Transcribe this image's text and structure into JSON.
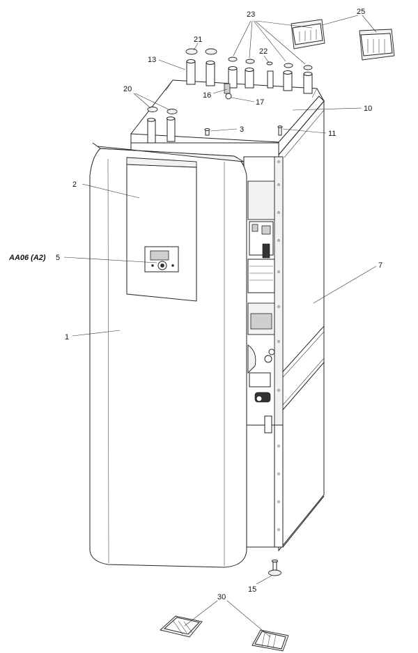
{
  "callouts": [
    {
      "key": "c23",
      "text": "23"
    },
    {
      "key": "c25",
      "text": "25"
    },
    {
      "key": "c21",
      "text": "21"
    },
    {
      "key": "c22",
      "text": "22"
    },
    {
      "key": "c13",
      "text": "13"
    },
    {
      "key": "c16",
      "text": "16"
    },
    {
      "key": "c17",
      "text": "17"
    },
    {
      "key": "c20",
      "text": "20"
    },
    {
      "key": "c10",
      "text": "10"
    },
    {
      "key": "c3",
      "text": "3"
    },
    {
      "key": "c11",
      "text": "11"
    },
    {
      "key": "c2",
      "text": "2"
    },
    {
      "key": "c5",
      "text": "5"
    },
    {
      "key": "c7",
      "text": "7"
    },
    {
      "key": "c1",
      "text": "1"
    },
    {
      "key": "c15",
      "text": "15"
    },
    {
      "key": "c30",
      "text": "30"
    }
  ],
  "component_code": "AA06 (A2)"
}
